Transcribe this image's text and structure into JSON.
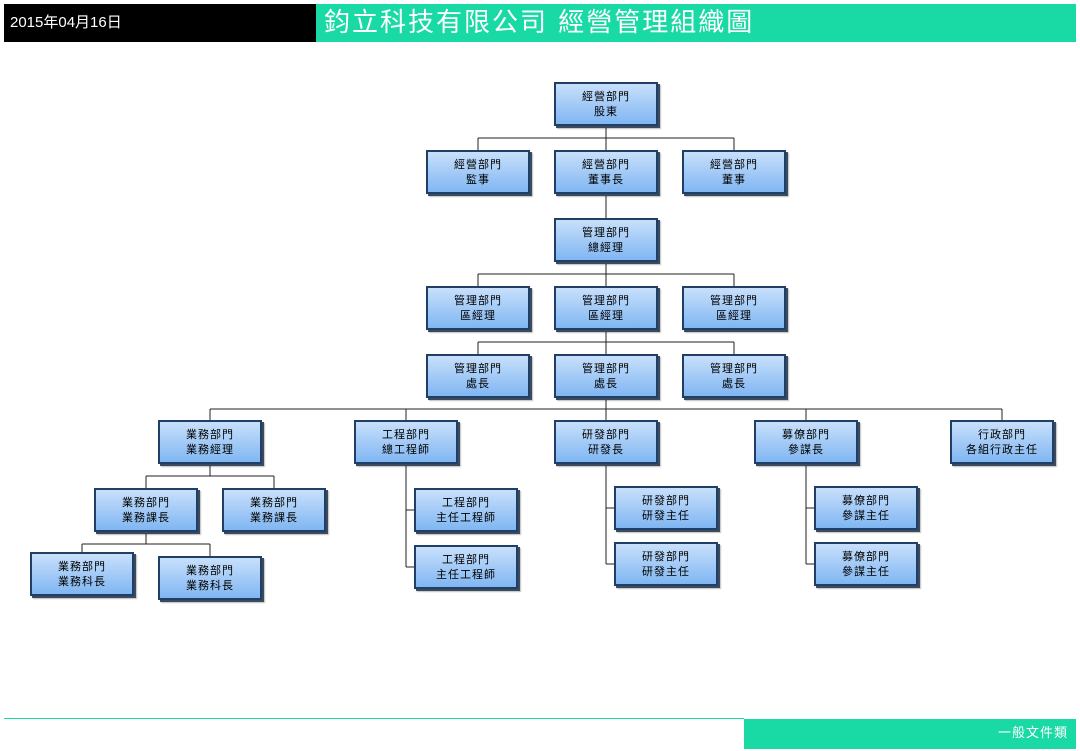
{
  "header": {
    "date": "2015年04月16日",
    "title": "鈞立科技有限公司 經營管理組織圖"
  },
  "footer": {
    "label": "一般文件類"
  },
  "colors": {
    "accent": "#19d9a5",
    "node_fill": "#8fc0f5",
    "node_border": "#1f3f66"
  },
  "nodes": [
    {
      "dept": "經營部門",
      "title": "股東"
    },
    {
      "dept": "經營部門",
      "title": "監事"
    },
    {
      "dept": "經營部門",
      "title": "董事長"
    },
    {
      "dept": "經營部門",
      "title": "董事"
    },
    {
      "dept": "管理部門",
      "title": "總經理"
    },
    {
      "dept": "管理部門",
      "title": "區經理"
    },
    {
      "dept": "管理部門",
      "title": "區經理"
    },
    {
      "dept": "管理部門",
      "title": "區經理"
    },
    {
      "dept": "管理部門",
      "title": "處長"
    },
    {
      "dept": "管理部門",
      "title": "處長"
    },
    {
      "dept": "管理部門",
      "title": "處長"
    },
    {
      "dept": "業務部門",
      "title": "業務經理"
    },
    {
      "dept": "工程部門",
      "title": "總工程師"
    },
    {
      "dept": "研發部門",
      "title": "研發長"
    },
    {
      "dept": "募僚部門",
      "title": "參謀長"
    },
    {
      "dept": "行政部門",
      "title": "各組行政主任"
    },
    {
      "dept": "業務部門",
      "title": "業務課長"
    },
    {
      "dept": "業務部門",
      "title": "業務課長"
    },
    {
      "dept": "業務部門",
      "title": "業務科長"
    },
    {
      "dept": "業務部門",
      "title": "業務科長"
    },
    {
      "dept": "工程部門",
      "title": "主任工程師"
    },
    {
      "dept": "工程部門",
      "title": "主任工程師"
    },
    {
      "dept": "研發部門",
      "title": "研發主任"
    },
    {
      "dept": "研發部門",
      "title": "研發主任"
    },
    {
      "dept": "募僚部門",
      "title": "參謀主任"
    },
    {
      "dept": "募僚部門",
      "title": "參謀主任"
    }
  ]
}
